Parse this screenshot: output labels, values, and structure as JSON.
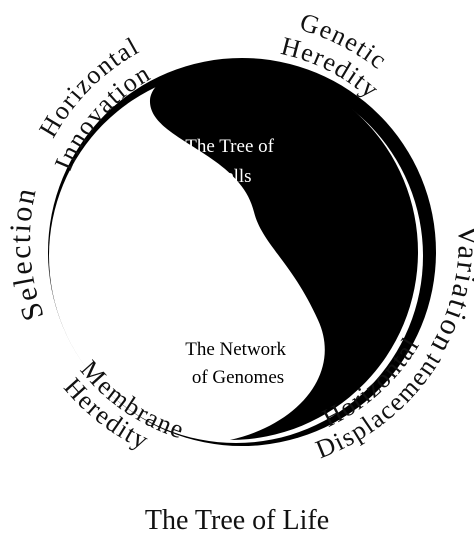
{
  "colors": {
    "dark": "#000000",
    "light": "#ffffff"
  },
  "labels": {
    "horizontal_innovation": [
      "Horizontal",
      "Innovation"
    ],
    "genetic_heredity": [
      "Genetic",
      "Heredity"
    ],
    "variation": "Variation",
    "horizontal_displacement": [
      "Horizontal",
      "Displacement"
    ],
    "membrane_heredity": [
      "Membrane",
      "Heredity"
    ],
    "selection": "Selection"
  },
  "inner": {
    "tree_of_cells": [
      "The Tree of",
      "Cells"
    ],
    "network_of_genomes": [
      "The Network",
      "of Genomes"
    ]
  },
  "caption": "The Tree of Life"
}
